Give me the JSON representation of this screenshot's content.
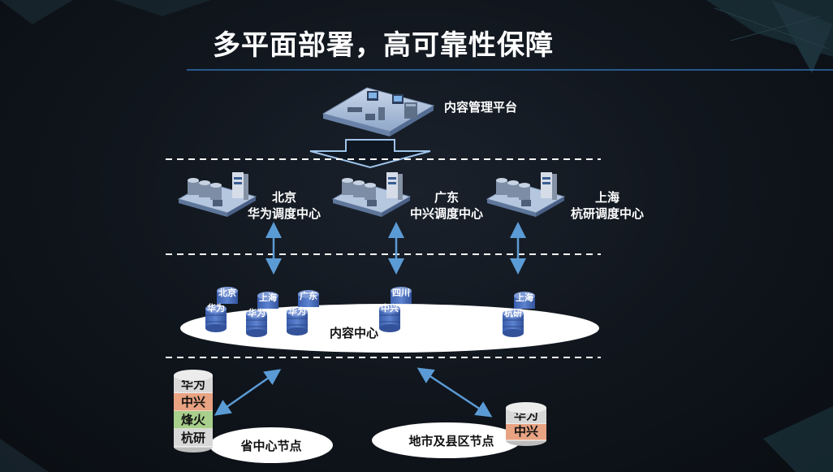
{
  "title": "多平面部署，高可靠性保障",
  "platform": {
    "label": "内容管理平台"
  },
  "dispatch_centers": [
    {
      "region": "北京",
      "name": "华为调度中心"
    },
    {
      "region": "广东",
      "name": "中兴调度中心"
    },
    {
      "region": "上海",
      "name": "杭研调度中心"
    }
  ],
  "content_center": {
    "label": "内容中心",
    "databases": [
      {
        "region": "北京",
        "vendor": "华为"
      },
      {
        "region": "上海",
        "vendor": "华为"
      },
      {
        "region": "广东",
        "vendor": "华为"
      },
      {
        "region": "四川",
        "vendor": "中兴"
      },
      {
        "region": "上海",
        "vendor": "杭研"
      }
    ]
  },
  "province_node": {
    "label": "省中心节点",
    "layers": [
      "华为",
      "中兴",
      "烽火",
      "杭研"
    ],
    "layer_colors": [
      "#d8d8d8",
      "#e8a382",
      "#a8cf8c",
      "#d8d8d8"
    ]
  },
  "city_node": {
    "label": "地市及县区节点",
    "layers": [
      "华为",
      "中兴"
    ],
    "layer_colors": [
      "#d8d8d8",
      "#e8a382"
    ]
  },
  "colors": {
    "accent_line": "#2f6fb0",
    "arrow": "#5b9bd5",
    "db_blue": "#3c63b8"
  }
}
